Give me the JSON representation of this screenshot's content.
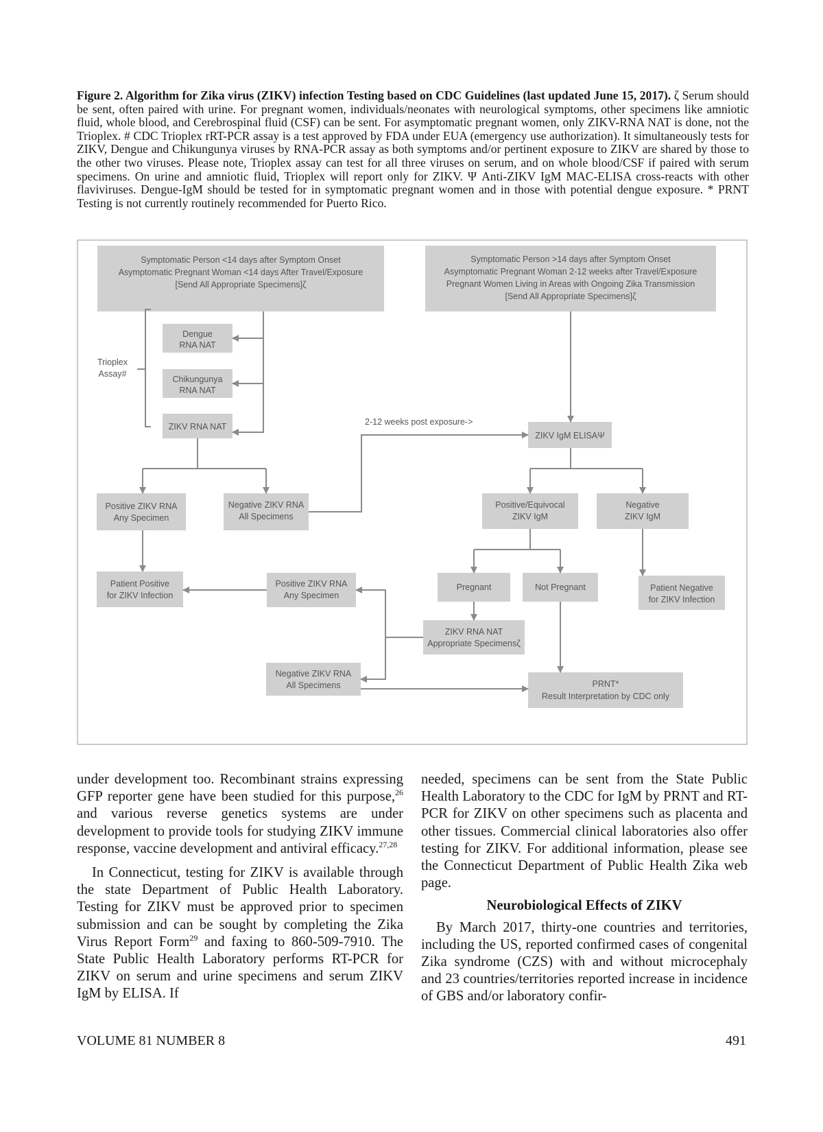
{
  "caption": {
    "title": "Figure 2. Algorithm for Zika virus (ZIKV) infection Testing based on CDC Guidelines (last updated June 15, 2017).",
    "body": "ζ Serum should be sent, often paired with urine. For pregnant women, individuals/neonates with neurological symptoms, other specimens like amniotic fluid, whole blood, and Cerebrospinal fluid (CSF) can be sent. For asymptomatic pregnant women, only ZIKV-RNA NAT is done, not the Trioplex. # CDC Trioplex rRT-PCR assay is a test approved by FDA under EUA (emergency use authorization). It simultaneously tests for ZIKV, Dengue and Chikungunya viruses by RNA-PCR assay as both symptoms and/or pertinent exposure to ZIKV are shared by those to the other two viruses. Please note, Trioplex assay can test for all three viruses on serum, and on whole blood/CSF if paired with serum specimens. On urine and amniotic fluid, Trioplex will report only for ZIKV. Ψ Anti-ZIKV IgM MAC-ELISA cross-reacts with other flaviviruses. Dengue-IgM should be tested for in symptomatic pregnant women and in those with potential dengue exposure. * PRNT Testing is not currently routinely recommended for Puerto Rico."
  },
  "flowchart": {
    "start_left": [
      "Symptomatic Person <14 days after Symptom Onset",
      "Asymptomatic Pregnant Woman <14 days After Travel/Exposure",
      "[Send All Appropriate Specimens]ζ"
    ],
    "start_right": [
      "Symptomatic Person >14 days after Symptom Onset",
      "Asymptomatic Pregnant Woman 2-12 weeks after Travel/Exposure",
      "Pregnant Women Living in Areas with Ongoing Zika Transmission",
      "[Send All Appropriate Specimens]ζ"
    ],
    "trioplex": [
      "Trioplex",
      "Assay#"
    ],
    "dengue": [
      "Dengue",
      "RNA NAT"
    ],
    "chik": [
      "Chikungunya",
      "RNA NAT"
    ],
    "zikv_nat": "ZIKV RNA NAT",
    "weeks_label": "2-12 weeks post exposure->",
    "elisa": "ZIKV IgM ELISAΨ",
    "pos_rna": [
      "Positive ZIKV RNA",
      "Any Specimen"
    ],
    "neg_rna": [
      "Negative ZIKV RNA",
      "All Specimens"
    ],
    "pos_igm": [
      "Positive/Equivocal",
      "ZIKV IgM"
    ],
    "neg_igm": [
      "Negative",
      "ZIKV IgM"
    ],
    "pat_pos": [
      "Patient Positive",
      "for ZIKV Infection"
    ],
    "pos_rna2": [
      "Positive ZIKV RNA",
      "Any Specimen"
    ],
    "pregnant": "Pregnant",
    "not_pregnant": "Not Pregnant",
    "pat_neg": [
      "Patient Negative",
      "for ZIKV Infection"
    ],
    "nat2": [
      "ZIKV RNA NAT",
      "Appropriate Specimensζ"
    ],
    "neg_rna2": [
      "Negative ZIKV RNA",
      "All Specimens"
    ],
    "prnt": [
      "PRNT*",
      "Result Interpretation by CDC only"
    ]
  },
  "text": {
    "l1": "under development too. Recombinant strains expressing GFP reporter gene have been studied for this purpose,",
    "l1_sup": "26",
    "l2": " and various reverse genetics systems are under development to provide tools for studying ZIKV immune response, vaccine development and antiviral efficacy.",
    "l2_sup": "27,28",
    "p2a": "In Connecticut, testing for ZIKV is available through the state Department of Public Health Laboratory. Testing for ZIKV must be approved prior to specimen submission and can be sought by completing the Zika Virus Report Form",
    "p2_sup": "29",
    "p2b": " and faxing to 860-509-7910. The State Public Health Laboratory performs RT-PCR for ZIKV on serum and urine specimens and serum ZIKV IgM by ELISA. If",
    "r1": "needed, specimens can be sent from the State Public Health Laboratory to the CDC for IgM by PRNT and RT-PCR for ZIKV on other specimens such as placenta and other tissues. Commercial clinical laboratories also offer testing for ZIKV. For additional information, please see the Connecticut Department of Public Health Zika web page.",
    "heading": "Neurobiological Effects of ZIKV",
    "r2": "By March 2017, thirty-one countries and territories, including the US, reported confirmed cases of congenital Zika syndrome (CZS) with and without microcephaly and 23 countries/territories reported increase in incidence of GBS and/or laboratory confir-"
  },
  "footer": {
    "journal": "VOLUME 81   NUMBER 8",
    "page": "491"
  }
}
